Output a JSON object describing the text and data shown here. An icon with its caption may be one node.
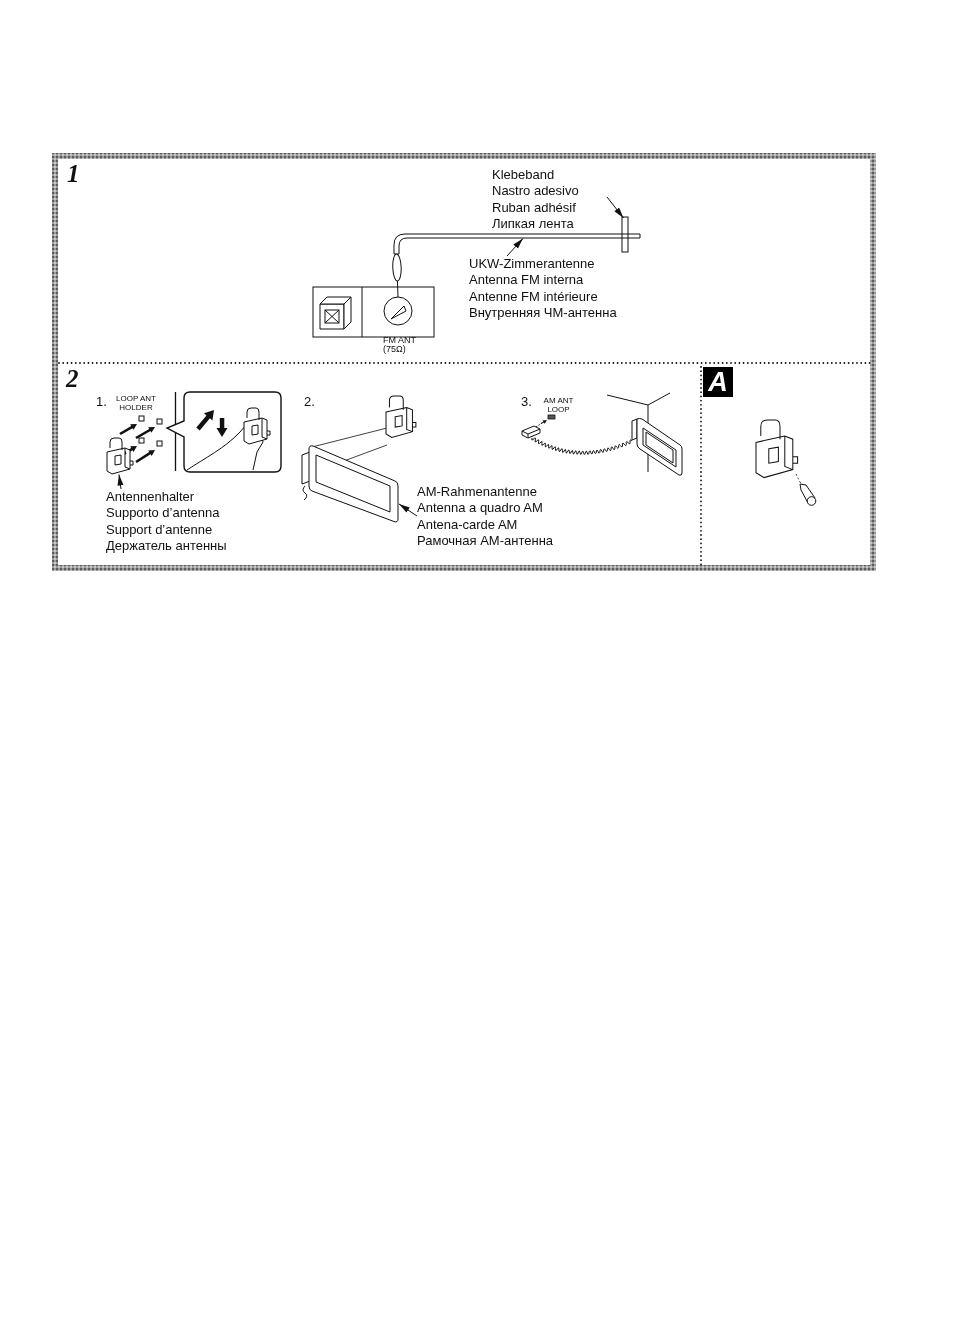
{
  "diagram": {
    "nodes": [
      {
        "text": [
          "Klebeband",
          "Nastro adesivo",
          "Ruban adhésif",
          "Липкая лента"
        ]
      },
      {
        "text": [],
        "shape": "box"
      },
      {
        "text": [
          "UKW-Zimmerantenne",
          "Antenna FM interna",
          "Antenne FM intérieure",
          "Внутренняя ЧМ-антенна"
        ]
      },
      {
        "text": [],
        "shape": "picture"
      },
      {
        "text": [],
        "shape": "circle"
      },
      {
        "text": [
          "Antennenhalter",
          "Supporto d’antenna",
          "Support d’antenne",
          "Держатель антенны"
        ]
      },
      {
        "text": [],
        "shape": "picture"
      },
      {
        "text": [
          "AM-Rahmenantenne",
          "Antenna a quadro AM",
          "Antena-carde AM",
          "Рамочная АМ-антенна"
        ]
      },
      {
        "text": [],
        "shape": "picture"
      }
    ],
    "edges": [
      {
        "from": 0,
        "to": 1,
        "arrow": "to"
      },
      {
        "from": 2,
        "to": 3,
        "arrow": "to"
      },
      {
        "from": 3,
        "to": 4,
        "arrow": "other"
      },
      {
        "from": 5,
        "to": 6,
        "arrow": "to"
      },
      {
        "from": 7,
        "to": 8,
        "arrow": "to"
      }
    ],
    "labels": [
      "1",
      "FM ANT (75Ω)",
      "2",
      "1.",
      "LOOP ANT HOLDER",
      "2.",
      "3.",
      "AM ANT LOOP",
      "A"
    ]
  }
}
